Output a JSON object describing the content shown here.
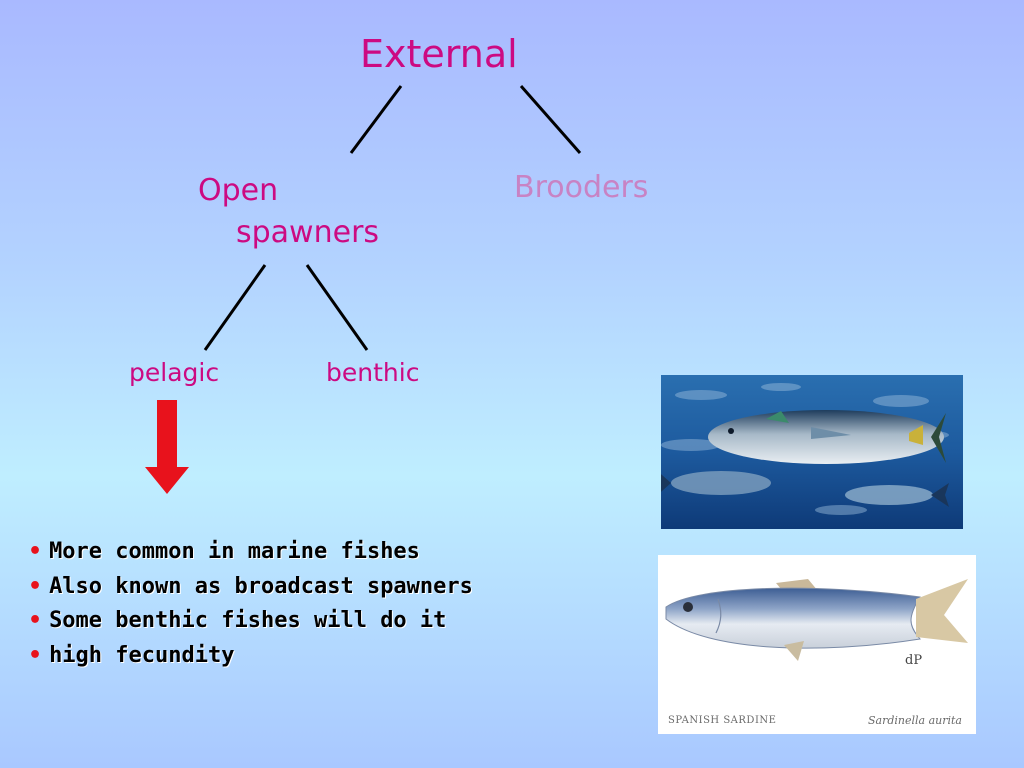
{
  "tree": {
    "root": "External",
    "open_line1": "Open",
    "open_line2": "spawners",
    "brooders": "Brooders",
    "pelagic": "pelagic",
    "benthic": "benthic"
  },
  "bullets": [
    "More common in marine fishes",
    "Also known as broadcast spawners",
    "Some benthic fishes will do it",
    "high fecundity"
  ],
  "images": {
    "tuna": "school of tuna underwater",
    "sardine": {
      "caption": "SPANISH SARDINE",
      "latin": "Sardinella aurita",
      "signature": "dP"
    }
  },
  "colors": {
    "node_text": "#cc0a82",
    "brooders_text": "#c883c4",
    "arrow": "#e8121c",
    "connector": "#000000"
  }
}
